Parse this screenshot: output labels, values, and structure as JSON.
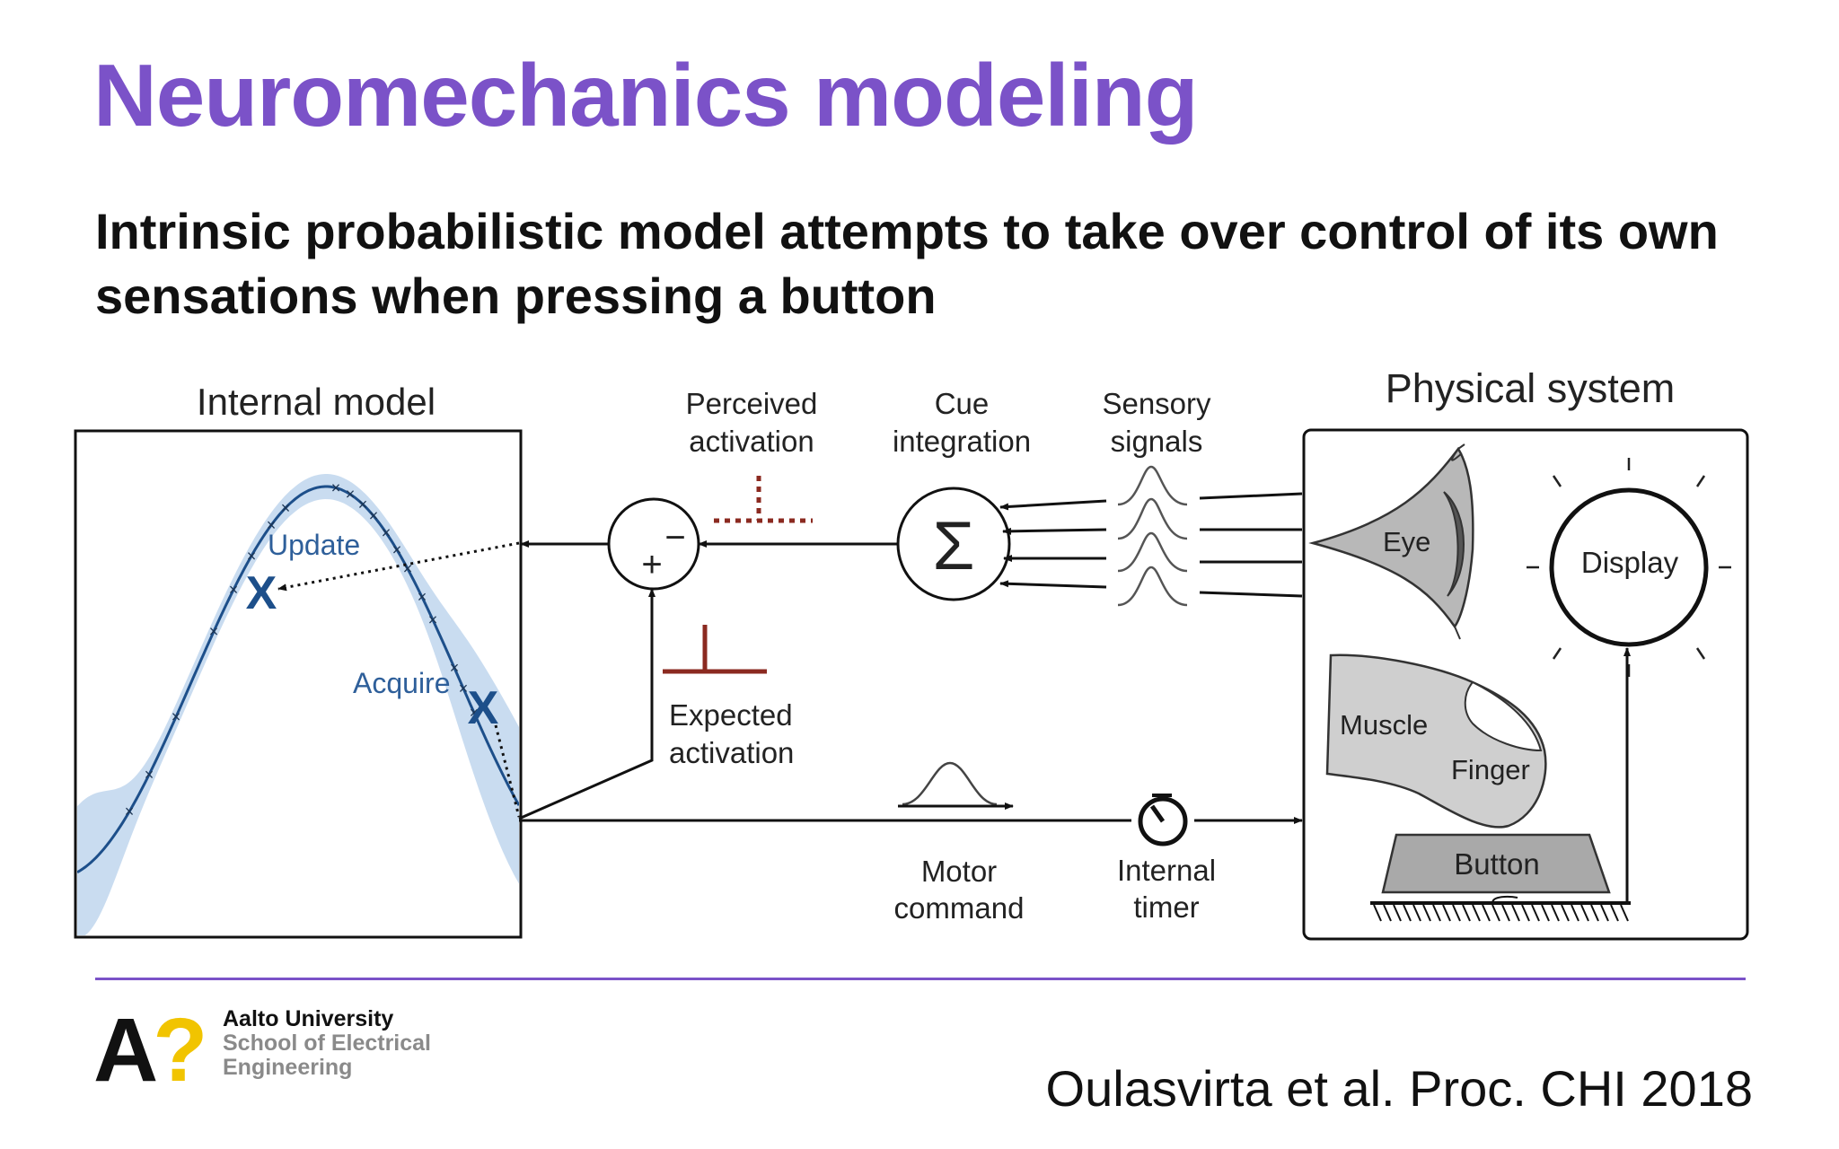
{
  "slide": {
    "title": "Neuromechanics modeling",
    "subtitle": "Intrinsic probabilistic model attempts to take over control of its own sensations when pressing a button",
    "citation": "Oulasvirta et al. Proc. CHI 2018",
    "accent_color": "#7b52c8"
  },
  "logo": {
    "mark_letter": "A",
    "mark_symbol": "?",
    "mark_symbol_color": "#f1c400",
    "line1": "Aalto University",
    "line2": "School of Electrical",
    "line3": "Engineering"
  },
  "diagram": {
    "internal_model": {
      "title": "Internal model",
      "update_label": "Update",
      "acquire_label": "Acquire",
      "marker_symbol": "X",
      "band_color": "#c3d8ee",
      "curve_color": "#1d4f8a"
    },
    "comparator": {
      "plus": "+",
      "minus": "−"
    },
    "perceived_activation": [
      "Perceived",
      "activation"
    ],
    "expected_activation": [
      "Expected",
      "activation"
    ],
    "cue_integration": {
      "label": [
        "Cue",
        "integration"
      ],
      "symbol": "Σ"
    },
    "sensory_signals": [
      "Sensory",
      "signals"
    ],
    "motor_command": [
      "Motor",
      "command"
    ],
    "internal_timer": [
      "Internal",
      "timer"
    ],
    "physical_system": {
      "title": "Physical system",
      "eye": "Eye",
      "display": "Display",
      "muscle": "Muscle",
      "finger": "Finger",
      "button": "Button"
    },
    "activation_color": "#8b2a20"
  }
}
